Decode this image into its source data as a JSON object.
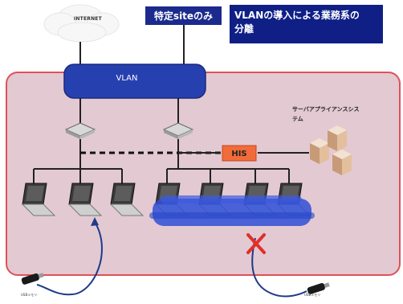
{
  "labels": {
    "internet": "INTERNET",
    "site_only": "特定siteのみ",
    "title_line1": "VLANの導入による業務系の",
    "title_line2": "分離",
    "vlan": "VLAN",
    "his": "HIS",
    "server_appliance_line1": "サーバアプライアンスシス",
    "server_appliance_line2": "テム",
    "usb_left": "USBメモリ",
    "usb_right": "USBメモリ"
  },
  "colors": {
    "internal_zone_fill": "#e3c9d1",
    "internal_zone_border": "#e0505a",
    "vlan_fill": "#2740b0",
    "his_fill": "#f26b3a",
    "title_box": "#0f1f86",
    "blocked_x": "#e0302a",
    "usb_path": "#1f3a8a"
  }
}
